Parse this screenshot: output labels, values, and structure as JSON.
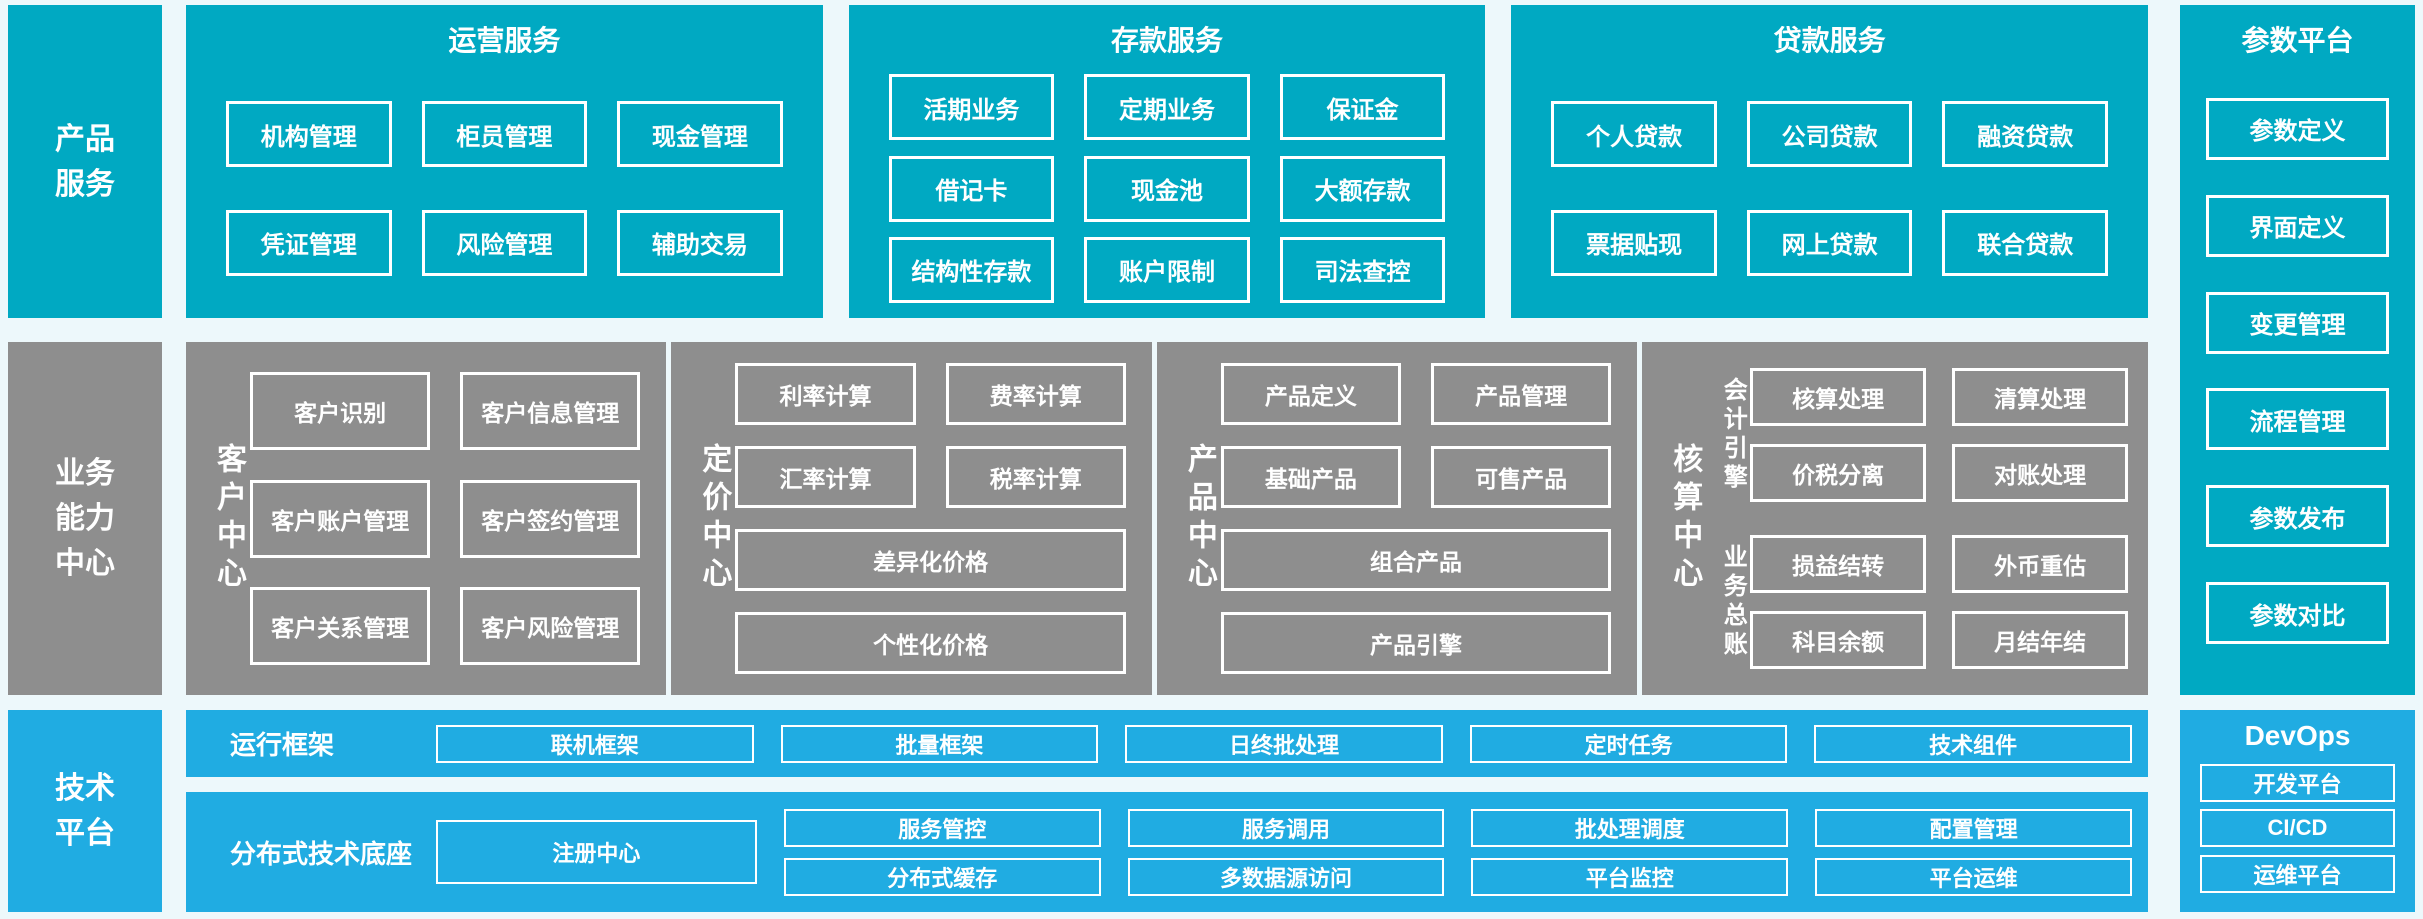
{
  "colors": {
    "teal": "#00a9c2",
    "blue": "#20ace2",
    "gray": "#8e8e8e",
    "background": "#edf8fb",
    "text": "#ffffff"
  },
  "sidebars": {
    "product": "产品\n服务",
    "business": "业务\n能力\n中心",
    "tech": "技术\n平台"
  },
  "top_sections": [
    {
      "title": "运营服务",
      "rows": [
        [
          "机构管理",
          "柜员管理",
          "现金管理"
        ],
        [
          "凭证管理",
          "风险管理",
          "辅助交易"
        ]
      ]
    },
    {
      "title": "存款服务",
      "rows": [
        [
          "活期业务",
          "定期业务",
          "保证金"
        ],
        [
          "借记卡",
          "现金池",
          "大额存款"
        ],
        [
          "结构性存款",
          "账户限制",
          "司法查控"
        ]
      ]
    },
    {
      "title": "贷款服务",
      "rows": [
        [
          "个人贷款",
          "公司贷款",
          "融资贷款"
        ],
        [
          "票据贴现",
          "网上贷款",
          "联合贷款"
        ]
      ]
    }
  ],
  "parameter_platform": {
    "title": "参数平台",
    "items": [
      "参数定义",
      "界面定义",
      "变更管理",
      "流程管理",
      "参数发布",
      "参数对比"
    ]
  },
  "capability_centers": [
    {
      "label": "客户中心",
      "rows": [
        [
          "客户识别",
          "客户信息管理"
        ],
        [
          "客户账户管理",
          "客户签约管理"
        ],
        [
          "客户关系管理",
          "客户风险管理"
        ]
      ]
    },
    {
      "label": "定价中心",
      "rows": [
        [
          "利率计算",
          "费率计算"
        ],
        [
          "汇率计算",
          "税率计算"
        ],
        [
          "差异化价格"
        ],
        [
          "个性化价格"
        ]
      ]
    },
    {
      "label": "产品中心",
      "rows": [
        [
          "产品定义",
          "产品管理"
        ],
        [
          "基础产品",
          "可售产品"
        ],
        [
          "组合产品"
        ],
        [
          "产品引擎"
        ]
      ]
    },
    {
      "label": "核算中心",
      "groups": [
        {
          "label": "会计引擎",
          "rows": [
            [
              "核算处理",
              "清算处理"
            ],
            [
              "价税分离",
              "对账处理"
            ]
          ]
        },
        {
          "label": "业务总账",
          "rows": [
            [
              "损益结转",
              "外币重估"
            ],
            [
              "科目余额",
              "月结年结"
            ]
          ]
        }
      ]
    }
  ],
  "tech_rows": [
    {
      "label": "运行框架",
      "items": [
        "联机框架",
        "批量框架",
        "日终批处理",
        "定时任务",
        "技术组件"
      ]
    },
    {
      "label": "分布式技术底座",
      "register": "注册中心",
      "columns": [
        [
          "服务管控",
          "分布式缓存"
        ],
        [
          "服务调用",
          "多数据源访问"
        ],
        [
          "批处理调度",
          "平台监控"
        ],
        [
          "配置管理",
          "平台运维"
        ]
      ]
    }
  ],
  "devops": {
    "title": "DevOps",
    "items": [
      "开发平台",
      "CI/CD",
      "运维平台"
    ]
  }
}
